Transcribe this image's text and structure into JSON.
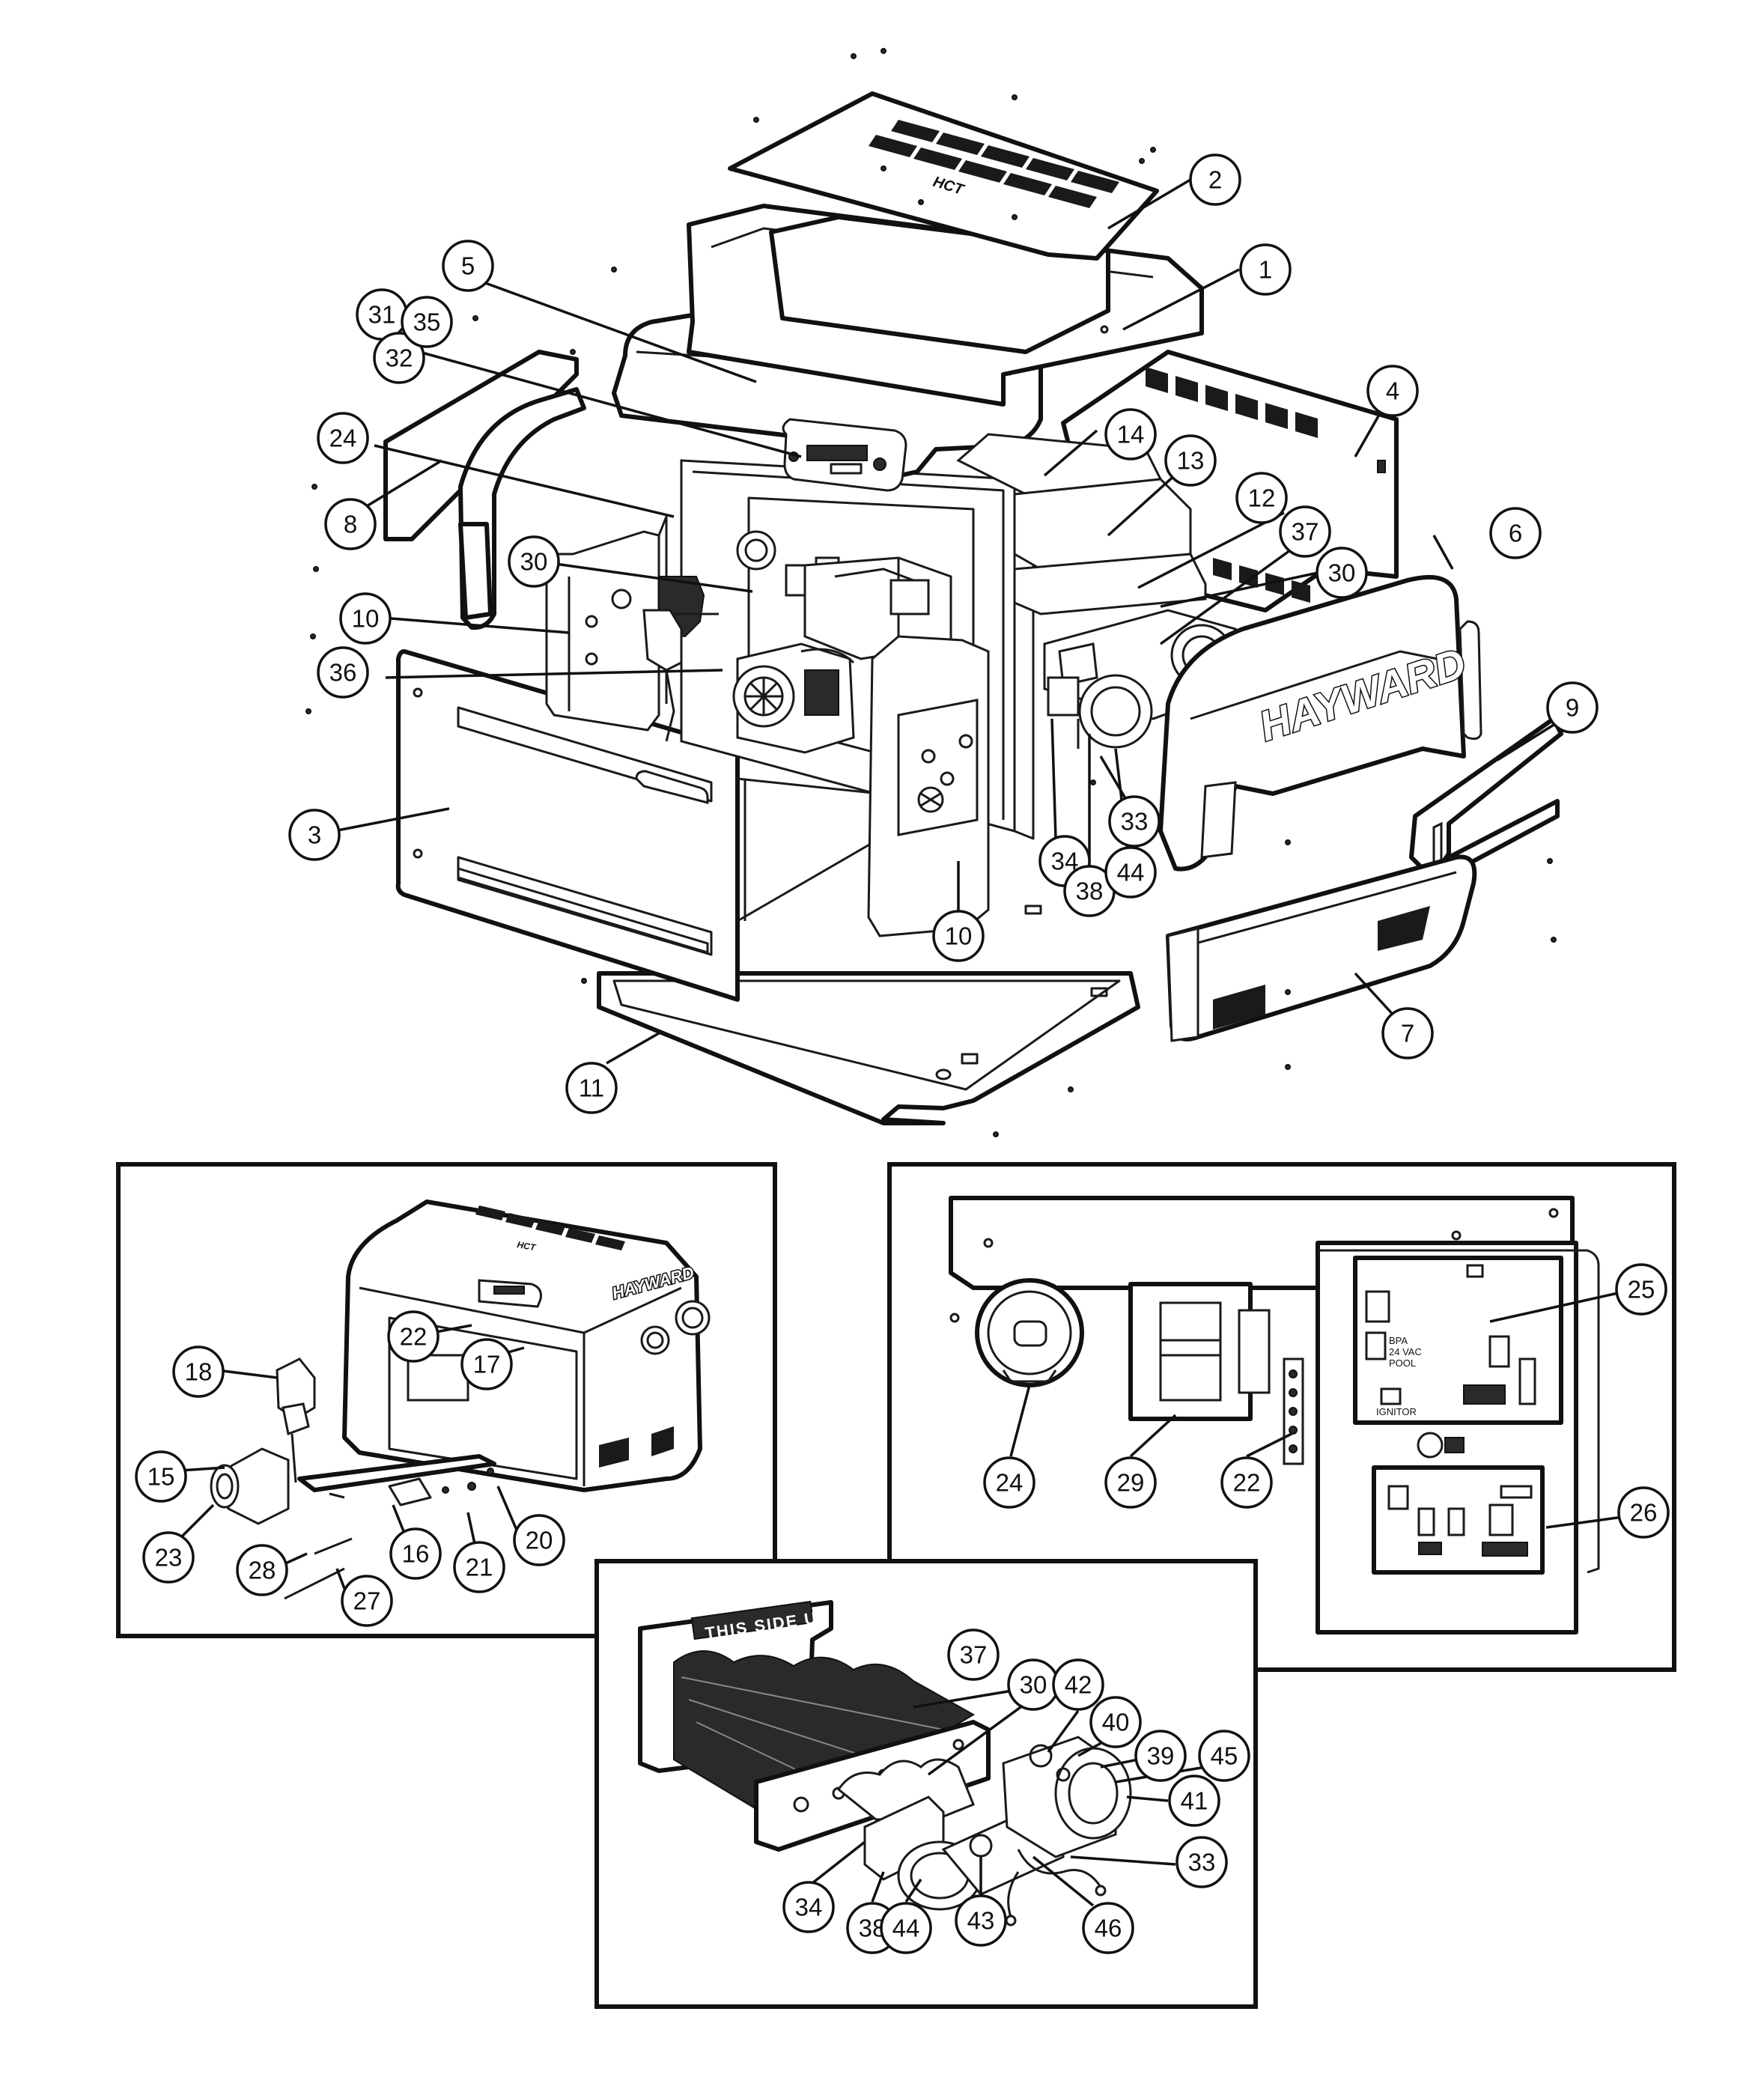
{
  "brand": {
    "main_logo": "HAYWARD",
    "top_logo": "HCT",
    "inset_logo": "HAYWARD",
    "inset_top_logo": "HCT"
  },
  "pcb_labels": [
    "BPA",
    "24 VAC",
    "POOL",
    "IGNITOR"
  ],
  "exchanger_banner": "THIS SIDE UP",
  "callouts": [
    {
      "id": "c1",
      "label": "1"
    },
    {
      "id": "c2",
      "label": "2"
    },
    {
      "id": "c3",
      "label": "3"
    },
    {
      "id": "c4",
      "label": "4"
    },
    {
      "id": "c5",
      "label": "5"
    },
    {
      "id": "c6",
      "label": "6"
    },
    {
      "id": "c7",
      "label": "7"
    },
    {
      "id": "c8",
      "label": "8"
    },
    {
      "id": "c9",
      "label": "9"
    },
    {
      "id": "c10a",
      "label": "10"
    },
    {
      "id": "c10b",
      "label": "10"
    },
    {
      "id": "c11",
      "label": "11"
    },
    {
      "id": "c12",
      "label": "12"
    },
    {
      "id": "c13",
      "label": "13"
    },
    {
      "id": "c14",
      "label": "14"
    },
    {
      "id": "c24a",
      "label": "24"
    },
    {
      "id": "c30a",
      "label": "30"
    },
    {
      "id": "c30b",
      "label": "30"
    },
    {
      "id": "c31",
      "label": "31"
    },
    {
      "id": "c32",
      "label": "32"
    },
    {
      "id": "c33a",
      "label": "33"
    },
    {
      "id": "c34a",
      "label": "34"
    },
    {
      "id": "c35",
      "label": "35"
    },
    {
      "id": "c36",
      "label": "36"
    },
    {
      "id": "c37a",
      "label": "37"
    },
    {
      "id": "c38a",
      "label": "38"
    },
    {
      "id": "c44a",
      "label": "44"
    },
    {
      "id": "c15",
      "label": "15"
    },
    {
      "id": "c16",
      "label": "16"
    },
    {
      "id": "c17",
      "label": "17"
    },
    {
      "id": "c18",
      "label": "18"
    },
    {
      "id": "c20",
      "label": "20"
    },
    {
      "id": "c21",
      "label": "21"
    },
    {
      "id": "c22a",
      "label": "22"
    },
    {
      "id": "c23",
      "label": "23"
    },
    {
      "id": "c27",
      "label": "27"
    },
    {
      "id": "c28",
      "label": "28"
    },
    {
      "id": "c24b",
      "label": "24"
    },
    {
      "id": "c25",
      "label": "25"
    },
    {
      "id": "c26",
      "label": "26"
    },
    {
      "id": "c29",
      "label": "29"
    },
    {
      "id": "c22b",
      "label": "22"
    },
    {
      "id": "c30c",
      "label": "30"
    },
    {
      "id": "c33b",
      "label": "33"
    },
    {
      "id": "c34b",
      "label": "34"
    },
    {
      "id": "c37b",
      "label": "37"
    },
    {
      "id": "c38b",
      "label": "38"
    },
    {
      "id": "c39",
      "label": "39"
    },
    {
      "id": "c40",
      "label": "40"
    },
    {
      "id": "c41",
      "label": "41"
    },
    {
      "id": "c42",
      "label": "42"
    },
    {
      "id": "c43",
      "label": "43"
    },
    {
      "id": "c44b",
      "label": "44"
    },
    {
      "id": "c45",
      "label": "45"
    },
    {
      "id": "c46",
      "label": "46"
    }
  ]
}
